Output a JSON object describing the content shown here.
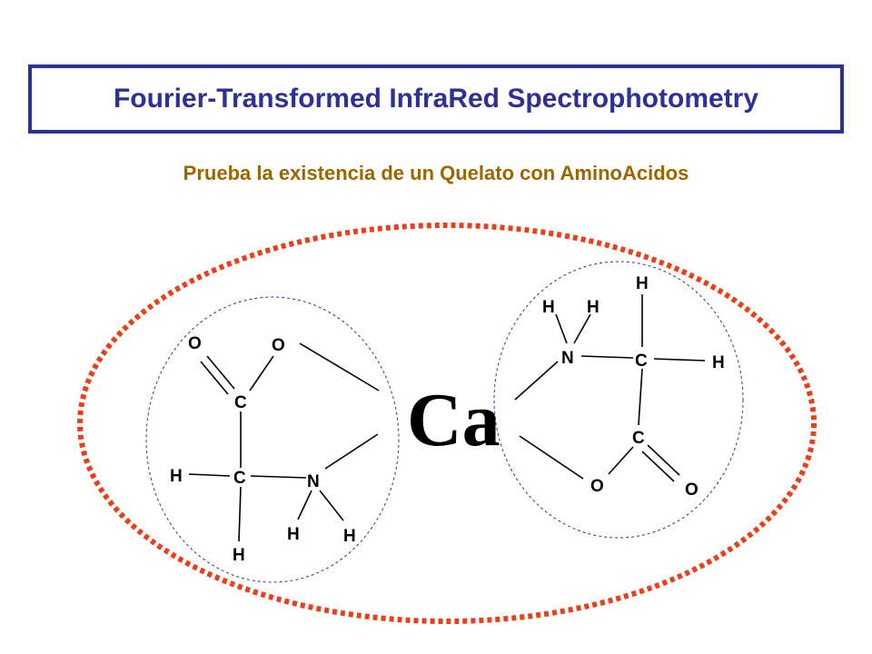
{
  "title": "Fourier-Transformed InfraRed Spectrophotometry",
  "subtitle": "Prueba la existencia de un Quelato con AminoAcidos",
  "colors": {
    "title": "#2e3192",
    "subtitle": "#996600",
    "chelate_ring": "#e8401c",
    "ligand_ring": "#2e3192"
  },
  "metal": {
    "symbol": "Ca"
  },
  "left_ligand": {
    "atoms": {
      "o_double": "O",
      "o_single": "O",
      "c_carboxyl": "C",
      "c_alpha": "C",
      "n": "N",
      "h_alpha_left": "H",
      "h_alpha_down": "H",
      "h_n_1": "H",
      "h_n_2": "H"
    }
  },
  "right_ligand": {
    "atoms": {
      "h_top": "H",
      "h_n_1": "H",
      "h_n_2": "H",
      "n": "N",
      "c_alpha": "C",
      "h_right": "H",
      "c_carboxyl": "C",
      "o_single": "O",
      "o_double": "O"
    }
  }
}
